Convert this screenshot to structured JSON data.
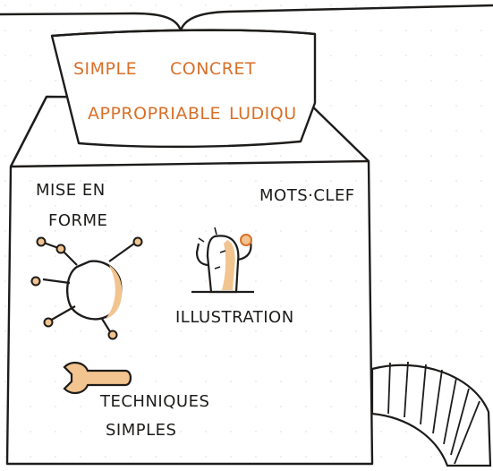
{
  "hopper": {
    "line1": {
      "a": "SIMPLE",
      "b": "CONCRET"
    },
    "line2": {
      "a": "APPROPRIABLE",
      "b": "LUDIQU"
    }
  },
  "labels": {
    "mise_en_forme_1": "MISE EN",
    "mise_en_forme_2": "FORME",
    "mots_clef": "MOTS·CLEF",
    "illustration": "ILLUSTRATION",
    "techniques_1": "TECHNIQUES",
    "techniques_2": "SIMPLES"
  },
  "colors": {
    "ink": "#1e1c1a",
    "orange": "#d8702a",
    "orange_fill": "#f2c48f",
    "paper": "#ffffff"
  },
  "icons": [
    "bracket",
    "hopper",
    "machine-box",
    "network-node",
    "cactus",
    "wrench",
    "hose"
  ]
}
